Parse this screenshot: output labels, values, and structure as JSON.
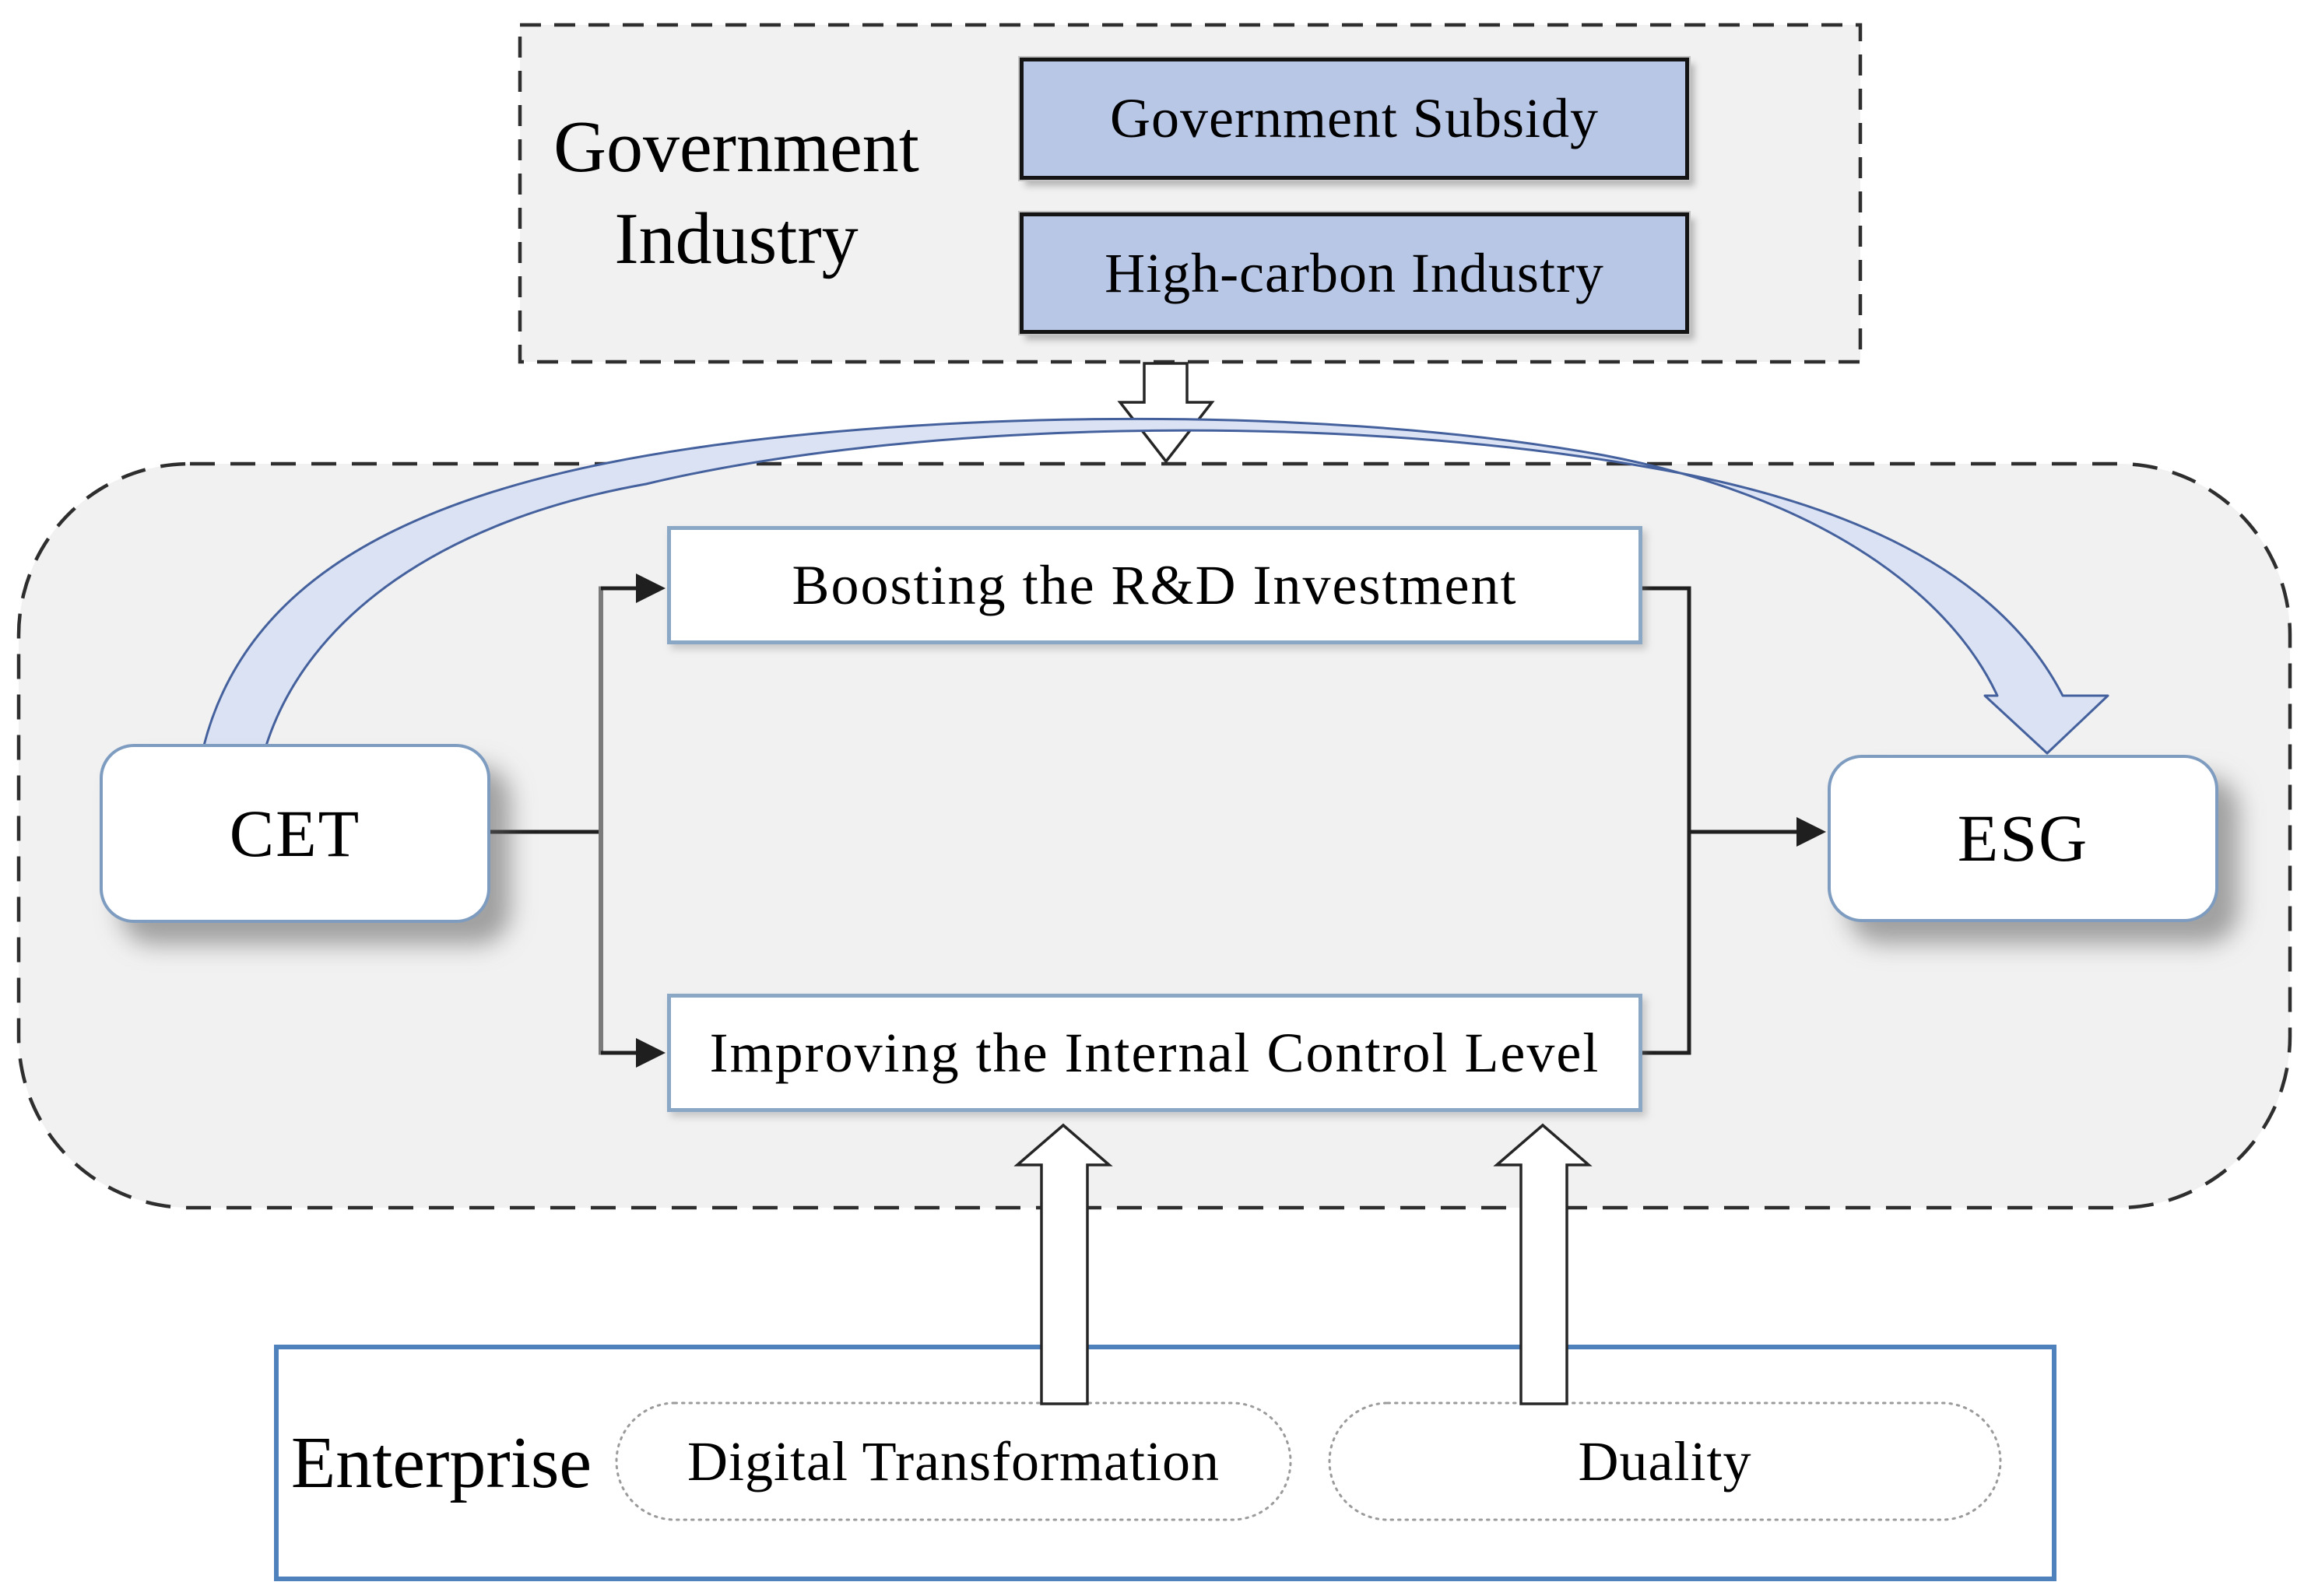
{
  "figure": {
    "title_hint": "Conceptual framework: CET affects ESG through mediators, moderated by government-industry and enterprise factors",
    "government_industry": {
      "label_line1": "Government",
      "label_line2": "Industry",
      "subsidy_label": "Government Subsidy",
      "high_carbon_label": "High-carbon Industry"
    },
    "core": {
      "cet_label": "CET",
      "esg_label": "ESG",
      "mediator_top_label": "Boosting the R&D Investment",
      "mediator_bottom_label": "Improving the Internal Control Level"
    },
    "enterprise": {
      "label": "Enterprise",
      "moderator_left_label": "Digital Transformation",
      "moderator_right_label": "Duality"
    },
    "icons": {
      "down_block_arrow": "hollow-down-arrow",
      "up_block_arrows": "hollow-up-arrow",
      "curved_arrow": "blue-ribbon-arrow"
    }
  },
  "colors": {
    "panel_fill": "#f1f1f1",
    "dash_border": "#2e2e2e",
    "blue_box_fill": "#b9c7e6",
    "blue_box_border": "#141414",
    "node_border": "#7e9cc0",
    "enterprise_border": "#4f81bd",
    "dotted_border": "#9b9b9b",
    "ribbon_fill": "#dae2f3",
    "ribbon_stroke": "#44619d",
    "connector": "#1f1f1f",
    "branch_line": "#7a7a7a",
    "hollow_outline": "#262626",
    "text": "#000000"
  }
}
